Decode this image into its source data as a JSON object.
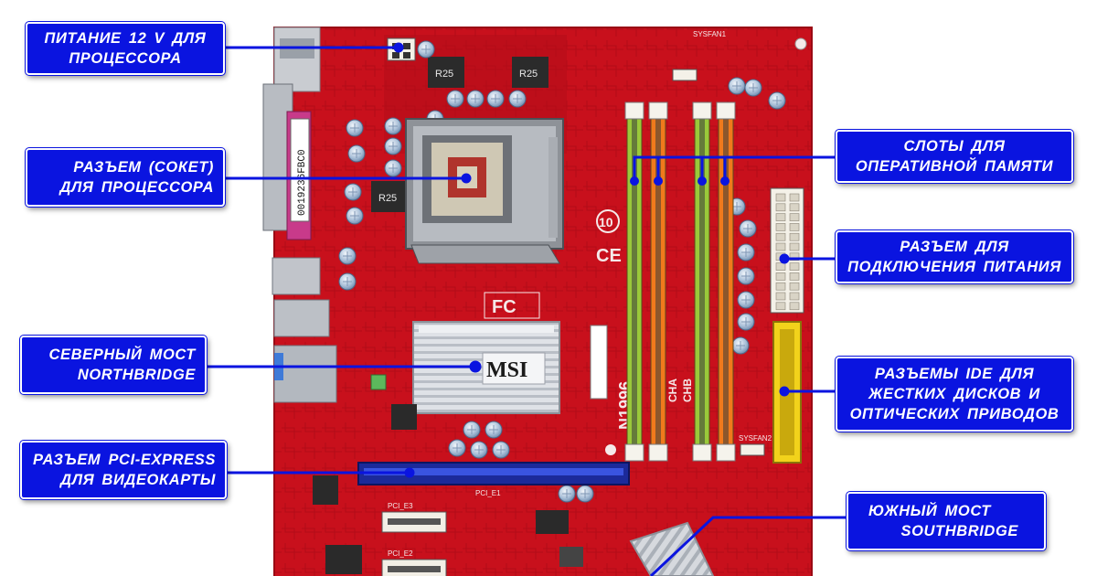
{
  "image": {
    "board": {
      "brand": "MSI",
      "model": "N1996",
      "fcc_mark": "FC",
      "ce_mark": "CE",
      "rohs_mark": "10",
      "serial": "0019236FBC0",
      "channel_a": "CHA",
      "channel_b": "CHB",
      "choke_marks": [
        "R25",
        "R25",
        "R25"
      ],
      "slot_marks": [
        "PCI_E1",
        "PCI_E3",
        "PCI_E2"
      ],
      "fan_marks": [
        "SYSFAN1",
        "SYSFAN2"
      ]
    },
    "colors": {
      "pcb": "#c8101c",
      "label_bg": "#0a14e0",
      "label_text": "#ffffff",
      "dimm_green": "#9ac93a",
      "dimm_orange": "#f07a1c",
      "ide_yellow": "#f2d21b",
      "pcie_blue": "#2a3ec8",
      "heatsink": "#d8dce2"
    }
  },
  "labels": {
    "cpu_power": {
      "line1": "ПИТАНИЕ  12 V  ДЛЯ",
      "line2": "ПРОЦЕССОРА"
    },
    "cpu_socket": {
      "line1": "РАЗЪЕМ  (СОКЕТ)",
      "line2": "ДЛЯ  ПРОЦЕССОРА"
    },
    "northbridge": {
      "line1": "СЕВЕРНЫЙ  МОСТ",
      "line2": "NORTHBRIDGE"
    },
    "pcie": {
      "line1": "РАЗЪЕМ  PCI-EXPRESS",
      "line2": "ДЛЯ  ВИДЕОКАРТЫ"
    },
    "ram_slots": {
      "line1": "СЛОТЫ  ДЛЯ",
      "line2": "ОПЕРАТИВНОЙ  ПАМЯТИ"
    },
    "power_connector": {
      "line1": "РАЗЪЕМ  ДЛЯ",
      "line2": "ПОДКЛЮЧЕНИЯ ПИТАНИЯ"
    },
    "ide": {
      "line1": "РАЗЪЕМЫ  IDE  ДЛЯ",
      "line2": "ЖЕСТКИХ  ДИСКОВ  И",
      "line3": "ОПТИЧЕСКИХ  ПРИВОДОВ"
    },
    "southbridge": {
      "line1": "ЮЖНЫЙ  МОСТ",
      "line2": "SOUTHBRIDGE"
    }
  }
}
